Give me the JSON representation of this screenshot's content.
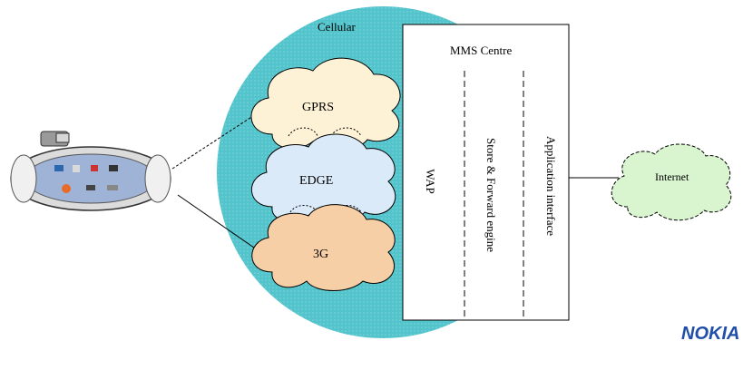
{
  "diagram": {
    "network_label": "Cellular",
    "networks": [
      "GPRS",
      "EDGE",
      "3G"
    ],
    "mms_centre": {
      "title": "MMS Centre",
      "columns": [
        "WAP",
        "Store & Forward engine",
        "Application interface"
      ]
    },
    "internet_label": "Internet",
    "brand": "NOKIA"
  },
  "colors": {
    "cellular_fill": "#4fc3cb",
    "gprs_fill": "#fdf2d6",
    "edge_fill": "#dbeaf8",
    "g3_fill": "#f7cfa6",
    "internet_fill": "#d9f5d0",
    "brand": "#1f4fa8"
  }
}
